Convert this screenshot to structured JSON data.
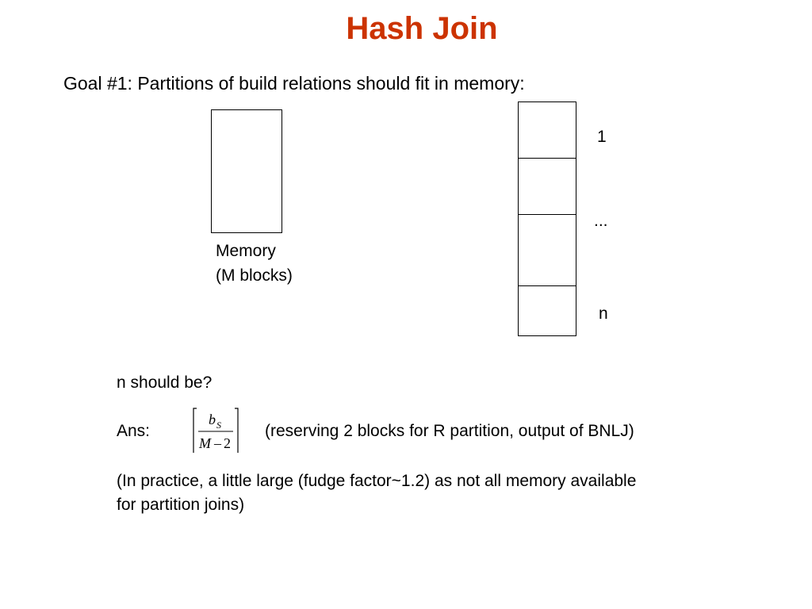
{
  "slide": {
    "title": "Hash Join",
    "goal": "Goal #1: Partitions of build relations should fit in memory:"
  },
  "memory": {
    "label_line1": "Memory",
    "label_line2": "(M blocks)"
  },
  "partitions": {
    "first_label": "1",
    "middle_label": "...",
    "last_label": "n"
  },
  "qa": {
    "question": "n should be?",
    "answer_prefix": "Ans:",
    "formula_numerator_base": "b",
    "formula_numerator_subscript": "S",
    "formula_denominator_var": "M",
    "formula_denominator_op": "–",
    "formula_denominator_const": "2",
    "answer_note": "(reserving 2 blocks for R partition, output of BNLJ)",
    "practice_line1": "(In practice, a little large (fudge factor~1.2) as not all memory available",
    "practice_line2": "for partition joins)"
  },
  "colors": {
    "title": "#cc3300",
    "text": "#000000",
    "background": "#ffffff"
  }
}
